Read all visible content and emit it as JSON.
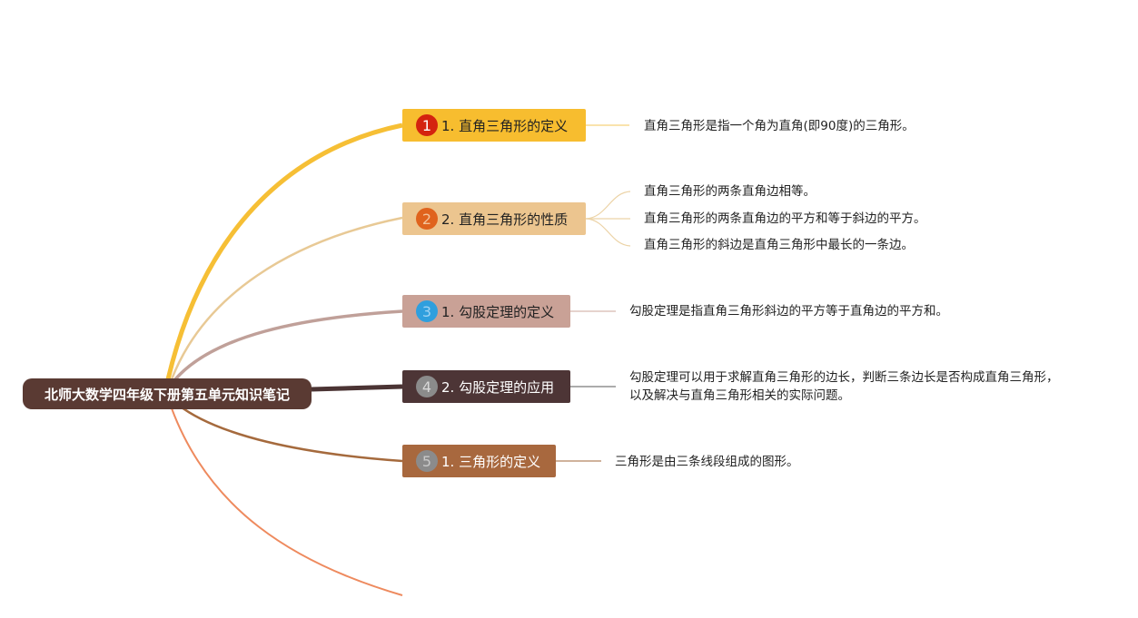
{
  "root": {
    "title": "北师大数学四年级下册第五单元知识笔记"
  },
  "branches": [
    {
      "badge": "1",
      "label": "1. 直角三角形的定义",
      "color": "#f7bd2f",
      "badge_color": "#d4230f",
      "leaves": [
        "直角三角形是指一个角为直角(即90度)的三角形。"
      ]
    },
    {
      "badge": "2",
      "label": "2. 直角三角形的性质",
      "color": "#ecc58f",
      "badge_color": "#e0631d",
      "leaves": [
        "直角三角形的两条直角边相等。",
        "直角三角形的两条直角边的平方和等于斜边的平方。",
        "直角三角形的斜边是直角三角形中最长的一条边。"
      ]
    },
    {
      "badge": "3",
      "label": "1. 勾股定理的定义",
      "color": "#c9a196",
      "badge_color": "#2f9fde",
      "leaves": [
        "勾股定理是指直角三角形斜边的平方等于直角边的平方和。"
      ]
    },
    {
      "badge": "4",
      "label": "2. 勾股定理的应用",
      "color": "#4d3536",
      "badge_color": "#8b8b8b",
      "leaves": [
        "勾股定理可以用于求解直角三角形的边长，判断三条边长是否构成直角三角形，",
        "以及解决与直角三角形相关的实际问题。"
      ]
    },
    {
      "badge": "5",
      "label": "1. 三角形的定义",
      "color": "#a8683e",
      "badge_color": "#8b8b8b",
      "leaves": [
        "三角形是由三条线段组成的图形。"
      ]
    }
  ],
  "connector_colors": {
    "b1": "#f6bf35",
    "b2": "#e8c995",
    "b3": "#c0a099",
    "b4": "#4b3434",
    "b5": "#a56a3d",
    "extra": "#ee8a5e",
    "leaf1": "#f5d27a",
    "leaf2": "#ecd3a6",
    "leaf3": "#d6b9af",
    "leaf4": "#7a7a7a",
    "leaf5": "#b58560"
  }
}
